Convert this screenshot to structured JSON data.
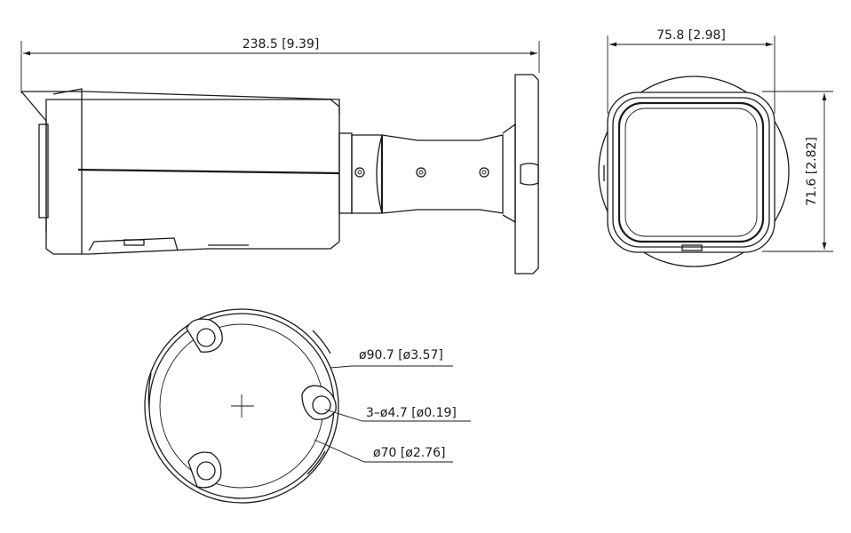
{
  "dimensions": {
    "length": "238.5 [9.39]",
    "width": "75.8 [2.98]",
    "height": "71.6 [2.82]",
    "mount_outer": "ø90.7 [ø3.57]",
    "mount_holes": "3–ø4.7 [ø0.19]",
    "mount_inner": "ø70 [ø2.76]"
  },
  "icons": [
    "center-cross-icon"
  ],
  "colors": {
    "line": "#1a1a1a",
    "background": "#ffffff"
  }
}
